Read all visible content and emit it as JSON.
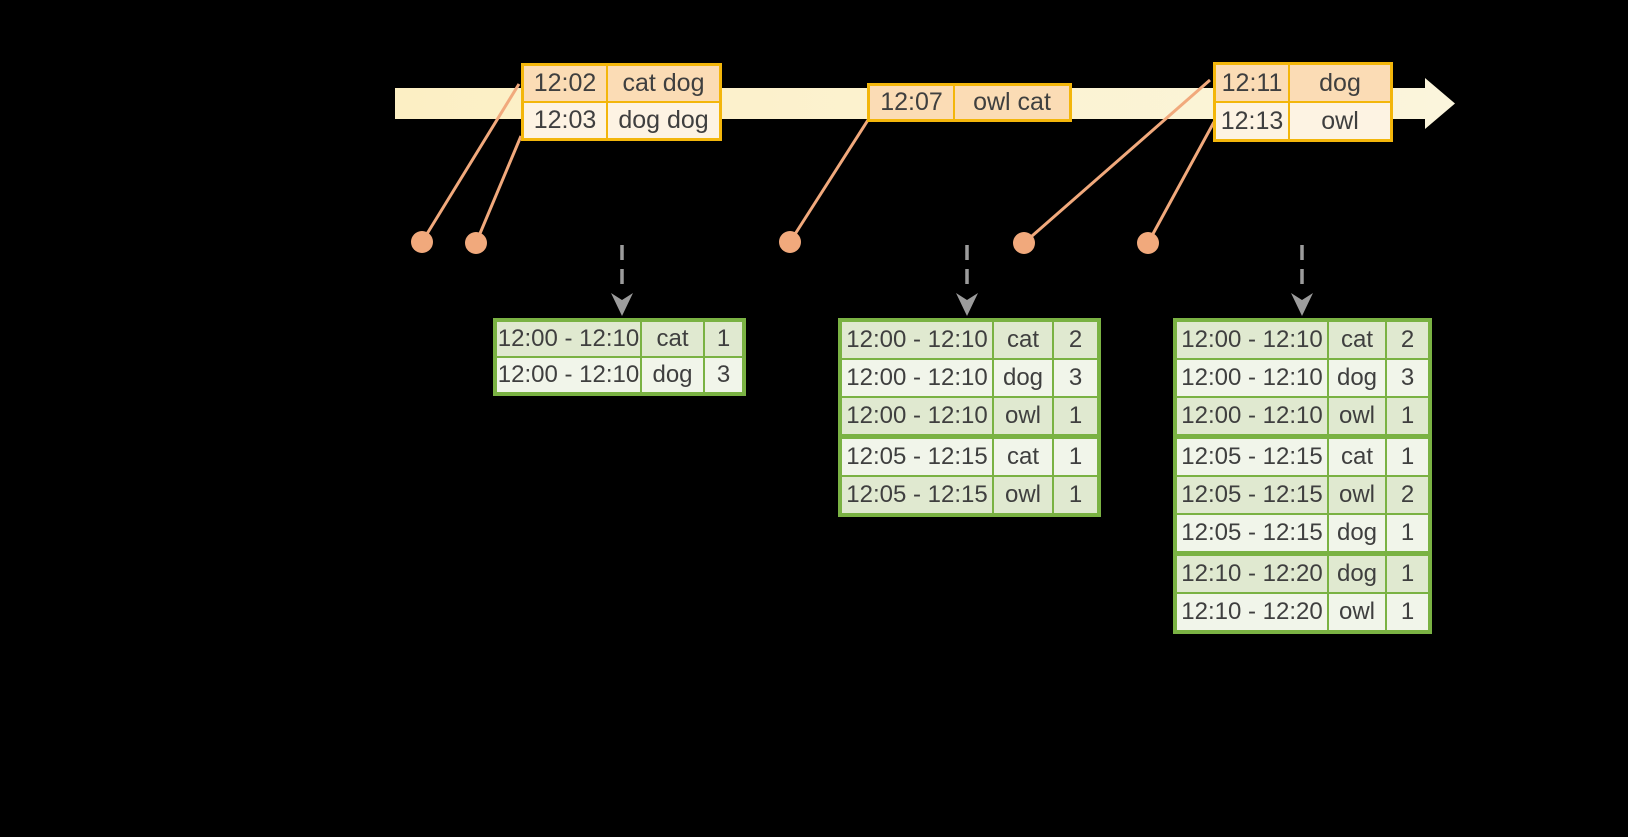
{
  "colors": {
    "background": "#000000",
    "timeline_band_left": "#FCEFC4",
    "timeline_band_right": "#FBF5DC",
    "event_table_border": "#F3B60B",
    "event_row_peach": "#FBDCB5",
    "event_row_cream": "#FDF3E3",
    "result_table_border": "#7AB243",
    "result_row_dark": "#E0E9D0",
    "result_row_light": "#F1F5EA",
    "connector_salmon": "#F1A97C",
    "flow_arrow_gray": "#9C9C9C",
    "text": "#3F3F3F"
  },
  "event_tables": [
    {
      "rows": [
        {
          "time": "12:02",
          "words": "cat dog"
        },
        {
          "time": "12:03",
          "words": "dog dog"
        }
      ]
    },
    {
      "rows": [
        {
          "time": "12:07",
          "words": "owl cat"
        }
      ]
    },
    {
      "rows": [
        {
          "time": "12:11",
          "words": "dog"
        },
        {
          "time": "12:13",
          "words": "owl"
        }
      ]
    }
  ],
  "result_tables": [
    {
      "rows": [
        {
          "window": "12:00 - 12:10",
          "word": "cat",
          "count": "1"
        },
        {
          "window": "12:00 - 12:10",
          "word": "dog",
          "count": "3"
        }
      ]
    },
    {
      "rows": [
        {
          "window": "12:00 - 12:10",
          "word": "cat",
          "count": "2"
        },
        {
          "window": "12:00 - 12:10",
          "word": "dog",
          "count": "3"
        },
        {
          "window": "12:00 - 12:10",
          "word": "owl",
          "count": "1"
        },
        {
          "window": "12:05 - 12:15",
          "word": "cat",
          "count": "1",
          "group_start": true
        },
        {
          "window": "12:05 - 12:15",
          "word": "owl",
          "count": "1"
        }
      ]
    },
    {
      "rows": [
        {
          "window": "12:00 - 12:10",
          "word": "cat",
          "count": "2"
        },
        {
          "window": "12:00 - 12:10",
          "word": "dog",
          "count": "3"
        },
        {
          "window": "12:00 - 12:10",
          "word": "owl",
          "count": "1"
        },
        {
          "window": "12:05 - 12:15",
          "word": "cat",
          "count": "1",
          "group_start": true
        },
        {
          "window": "12:05 - 12:15",
          "word": "owl",
          "count": "2"
        },
        {
          "window": "12:05 - 12:15",
          "word": "dog",
          "count": "1"
        },
        {
          "window": "12:10 - 12:20",
          "word": "dog",
          "count": "1",
          "group_start": true
        },
        {
          "window": "12:10 - 12:20",
          "word": "owl",
          "count": "1"
        }
      ]
    }
  ]
}
